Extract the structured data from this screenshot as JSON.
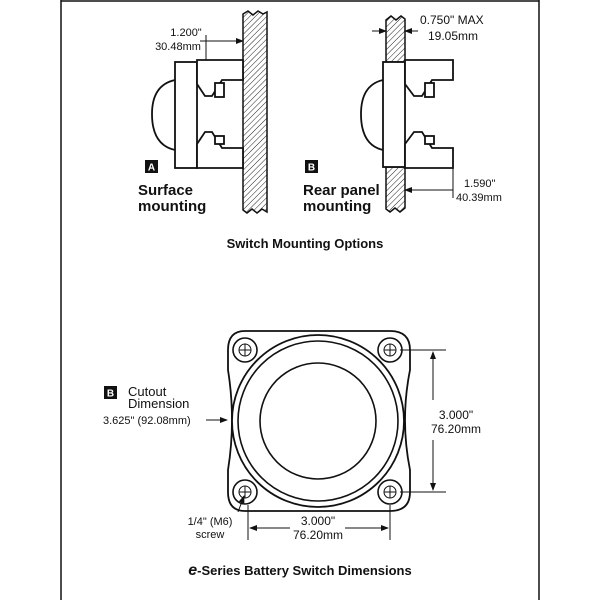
{
  "mounting": {
    "title": "Switch Mounting Options",
    "surface": {
      "badge": "A",
      "line1": "Surface",
      "line2": "mounting",
      "dim_in": "1.200\"",
      "dim_mm": "30.48mm"
    },
    "rear": {
      "badge": "B",
      "line1": "Rear panel",
      "line2": "mounting",
      "thickness_in": "0.750\" MAX",
      "thickness_mm": "19.05mm",
      "depth_in": "1.590\"",
      "depth_mm": "40.39mm"
    }
  },
  "dimensions": {
    "title_prefix": "e",
    "title": "-Series Battery Switch Dimensions",
    "cutout": {
      "badge": "B",
      "line1": "Cutout",
      "line2": "Dimension",
      "value": "3.625\" (92.08mm)"
    },
    "vertical": {
      "in": "3.000\"",
      "mm": "76.20mm"
    },
    "horizontal": {
      "in": "3.000\"",
      "mm": "76.20mm"
    },
    "screw": {
      "line1": "1/4\" (M6)",
      "line2": "screw"
    }
  }
}
